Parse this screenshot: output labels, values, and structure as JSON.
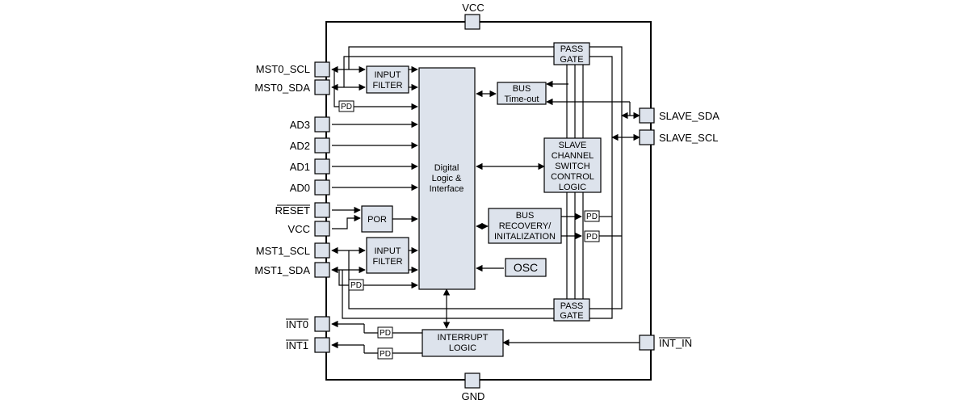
{
  "pins": {
    "vcc_top": "VCC",
    "gnd": "GND",
    "mst0_scl": "MST0_SCL",
    "mst0_sda": "MST0_SDA",
    "ad3": "AD3",
    "ad2": "AD2",
    "ad1": "AD1",
    "ad0": "AD0",
    "reset": "RESET",
    "vcc_left": "VCC",
    "mst1_scl": "MST1_SCL",
    "mst1_sda": "MST1_SDA",
    "int0": "INT0",
    "int1": "INT1",
    "slave_sda": "SLAVE_SDA",
    "slave_scl": "SLAVE_SCL",
    "int_in": "INT_IN"
  },
  "blocks": {
    "input_filter_top": [
      "INPUT",
      "FILTER"
    ],
    "input_filter_bottom": [
      "INPUT",
      "FILTER"
    ],
    "pass_gate_top": [
      "PASS",
      "GATE"
    ],
    "pass_gate_bottom": [
      "PASS",
      "GATE"
    ],
    "bus_timeout": [
      "BUS",
      "Time-out"
    ],
    "digital_logic": [
      "Digital",
      "Logic &",
      "Interface"
    ],
    "slave_switch": [
      "SLAVE",
      "CHANNEL",
      "SWITCH",
      "CONTROL",
      "LOGIC"
    ],
    "bus_recovery": [
      "BUS",
      "RECOVERY/",
      "INITALIZATION"
    ],
    "por": "POR",
    "osc": "OSC",
    "interrupt_logic": [
      "INTERRUPT",
      "LOGIC"
    ],
    "pd": "PD"
  }
}
